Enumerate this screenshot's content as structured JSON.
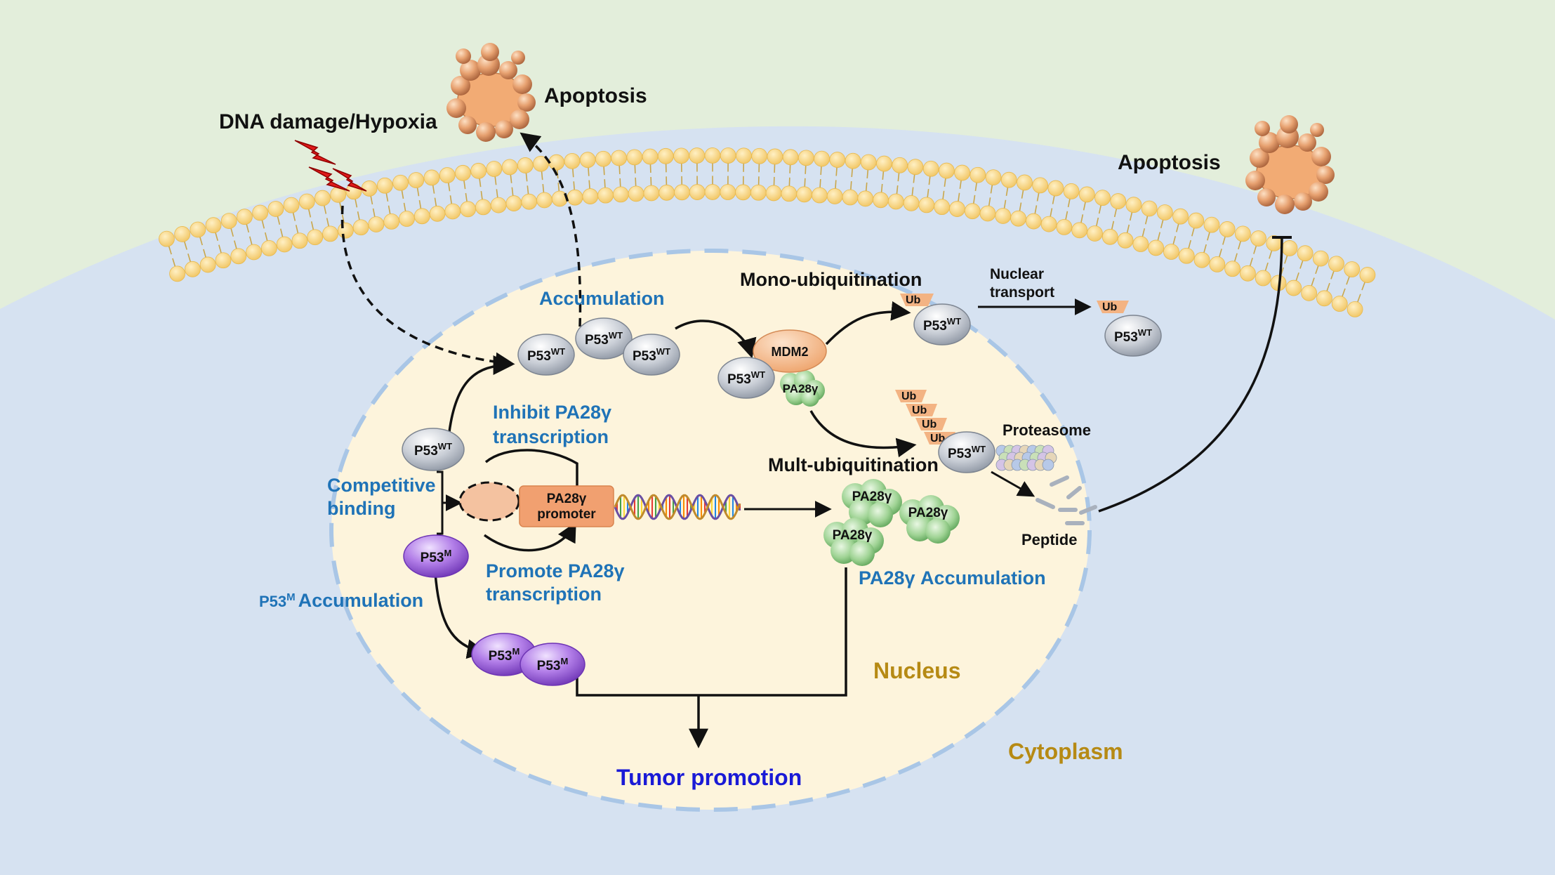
{
  "labels": {
    "dna_damage": "DNA damage/Hypoxia",
    "apoptosis_top": "Apoptosis",
    "apoptosis_right": "Apoptosis",
    "accumulation": "Accumulation",
    "mono_ubiquitination": "Mono-ubiquitination",
    "nuclear_transport_1": "Nuclear",
    "nuclear_transport_2": "transport",
    "inhibit_1": "Inhibit PA28γ",
    "inhibit_2": "transcription",
    "competitive_1": "Competitive",
    "competitive_2": "binding",
    "mult_ubiquitination": "Mult-ubiquitination",
    "proteasome": "Proteasome",
    "peptide": "Peptide",
    "promote_1": "Promote PA28γ",
    "promote_2": "transcription",
    "p53m_accumulation": "Accumulation",
    "pa28_accumulation": "PA28γ Accumulation",
    "nucleus": "Nucleus",
    "cytoplasm": "Cytoplasm",
    "tumor_promotion": "Tumor promotion",
    "promoter_1": "PA28γ",
    "promoter_2": "promoter"
  },
  "molecules": {
    "p53": "P53",
    "wt": "WT",
    "m": "M",
    "mdm2": "MDM2",
    "pa28": "PA28γ",
    "ub": "Ub"
  },
  "colors": {
    "background_outer": "#e3eedb",
    "cytoplasm": "#d6e2f1",
    "nucleus": "#fdf4dc",
    "nuclear_envelope": "#a9c6e6",
    "lipid_head": "#f6d27e",
    "p53_wt": "#b9c0ca",
    "p53_mutant": "#9a5fd6",
    "mdm2": "#f3b383",
    "pa28": "#93c98a",
    "promoter": "#f1a070",
    "apoptotic_body": "#f2ab74",
    "label_blue": "#1f73b7",
    "tumor_promotion": "#1a1ad6",
    "compartment_label": "#b68a14"
  }
}
